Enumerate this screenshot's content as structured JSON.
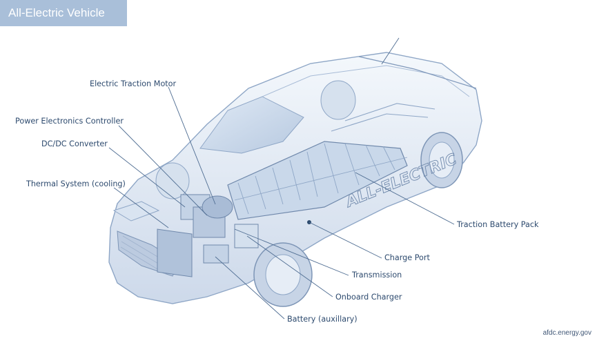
{
  "title": "All-Electric Vehicle",
  "labels": {
    "motor": "Electric Traction Motor",
    "pec": "Power Electronics Controller",
    "dcdc": "DC/DC Converter",
    "thermal": "Thermal System (cooling)",
    "battery_pack": "Traction Battery Pack",
    "charge_port": "Charge Port",
    "transmission": "Transmission",
    "onboard_charger": "Onboard Charger",
    "aux_battery": "Battery (auxillary)"
  },
  "body_lettering": "ALL-ELECTRIC",
  "credit": "afdc.energy.gov",
  "colors": {
    "title_bar": "#a9bfd9",
    "car_body": "#e2ebf6",
    "car_outline": "#8ea6c6",
    "battery_cells": "#c9d8ea",
    "label_text": "#2d4a6e"
  }
}
